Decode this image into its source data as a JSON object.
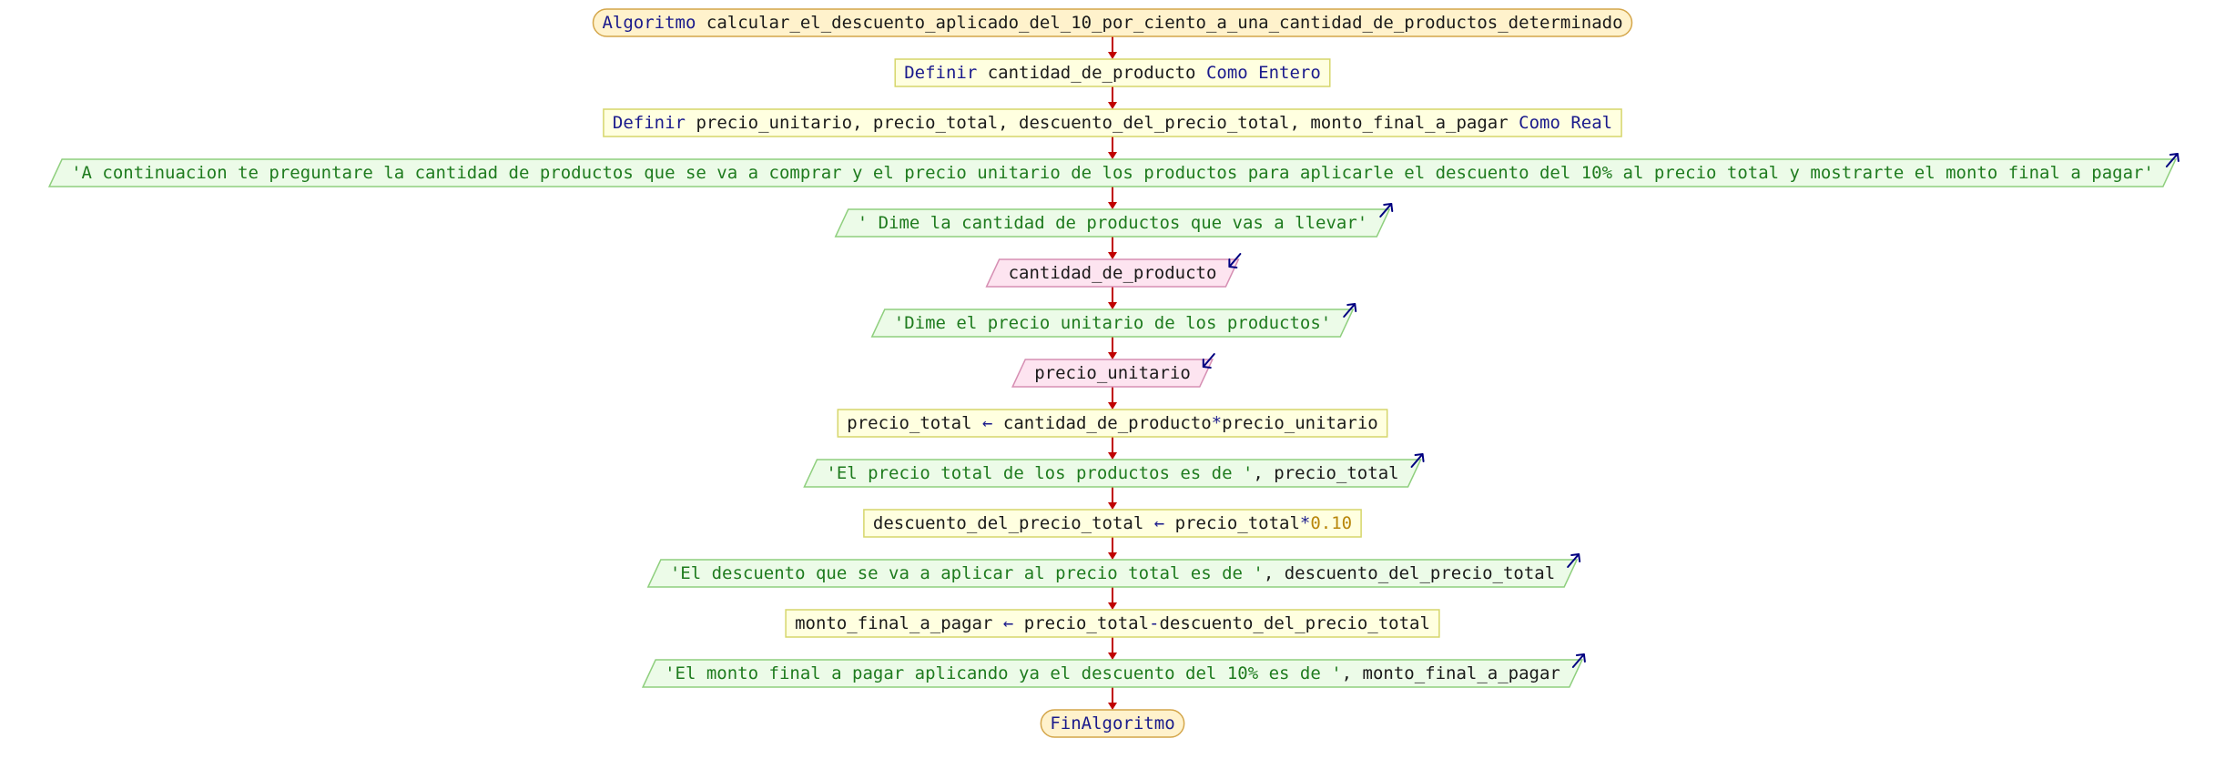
{
  "colors": {
    "keyword": "#1a1a8c",
    "identifier": "#1a1a1a",
    "string": "#1e7b1e",
    "number": "#b8860b",
    "terminal_fill": "#fff2cc",
    "terminal_stroke": "#d4a64a",
    "process_fill": "#ffffe0",
    "process_stroke": "#d6d66b",
    "output_fill": "#ecfbe8",
    "output_stroke": "#8fcf7e",
    "input_fill": "#fde4f0",
    "input_stroke": "#d68fb3",
    "arrow": "#c00000",
    "io_icon": "#000080"
  },
  "flowchart": {
    "nodes": [
      {
        "id": "start",
        "shape": "terminal",
        "segments": [
          {
            "t": "Algoritmo",
            "k": "keyword"
          },
          {
            "t": " calcular_el_descuento_aplicado_del_10_por_ciento_a_una_cantidad_de_productos_determinado",
            "k": "identifier"
          }
        ]
      },
      {
        "id": "def-int",
        "shape": "process",
        "segments": [
          {
            "t": "Definir",
            "k": "keyword"
          },
          {
            "t": " cantidad_de_producto ",
            "k": "identifier"
          },
          {
            "t": "Como Entero",
            "k": "keyword"
          }
        ]
      },
      {
        "id": "def-real",
        "shape": "process",
        "segments": [
          {
            "t": "Definir",
            "k": "keyword"
          },
          {
            "t": " precio_unitario, precio_total, descuento_del_precio_total, monto_final_a_pagar ",
            "k": "identifier"
          },
          {
            "t": "Como Real",
            "k": "keyword"
          }
        ]
      },
      {
        "id": "out-intro",
        "shape": "output",
        "segments": [
          {
            "t": "'A continuacion te preguntare la cantidad de productos que se va a comprar y el precio unitario de los productos para aplicarle el descuento del 10% al precio total y mostrarte el monto final a pagar'",
            "k": "string"
          }
        ]
      },
      {
        "id": "out-ask-qty",
        "shape": "output",
        "segments": [
          {
            "t": "' Dime la cantidad de productos que vas a llevar'",
            "k": "string"
          }
        ]
      },
      {
        "id": "in-qty",
        "shape": "input",
        "segments": [
          {
            "t": "cantidad_de_producto",
            "k": "identifier"
          }
        ]
      },
      {
        "id": "out-ask-price",
        "shape": "output",
        "segments": [
          {
            "t": "'Dime el precio unitario de los productos'",
            "k": "string"
          }
        ]
      },
      {
        "id": "in-price",
        "shape": "input",
        "segments": [
          {
            "t": "precio_unitario",
            "k": "identifier"
          }
        ]
      },
      {
        "id": "assign-total",
        "shape": "process",
        "segments": [
          {
            "t": "precio_total ",
            "k": "identifier"
          },
          {
            "t": "←",
            "k": "keyword"
          },
          {
            "t": " cantidad_de_producto",
            "k": "identifier"
          },
          {
            "t": "*",
            "k": "keyword"
          },
          {
            "t": "precio_unitario",
            "k": "identifier"
          }
        ]
      },
      {
        "id": "out-total",
        "shape": "output",
        "segments": [
          {
            "t": "'El precio total de los productos es de '",
            "k": "string"
          },
          {
            "t": ", precio_total",
            "k": "identifier"
          }
        ]
      },
      {
        "id": "assign-discount",
        "shape": "process",
        "segments": [
          {
            "t": "descuento_del_precio_total ",
            "k": "identifier"
          },
          {
            "t": "←",
            "k": "keyword"
          },
          {
            "t": " precio_total",
            "k": "identifier"
          },
          {
            "t": "*",
            "k": "keyword"
          },
          {
            "t": "0.10",
            "k": "number"
          }
        ]
      },
      {
        "id": "out-discount",
        "shape": "output",
        "segments": [
          {
            "t": "'El descuento que se va a aplicar al precio total es de '",
            "k": "string"
          },
          {
            "t": ", descuento_del_precio_total",
            "k": "identifier"
          }
        ]
      },
      {
        "id": "assign-final",
        "shape": "process",
        "segments": [
          {
            "t": "monto_final_a_pagar ",
            "k": "identifier"
          },
          {
            "t": "←",
            "k": "keyword"
          },
          {
            "t": " precio_total",
            "k": "identifier"
          },
          {
            "t": "-",
            "k": "keyword"
          },
          {
            "t": "descuento_del_precio_total",
            "k": "identifier"
          }
        ]
      },
      {
        "id": "out-final",
        "shape": "output",
        "segments": [
          {
            "t": "'El monto final a pagar aplicando ya el descuento del 10% es de '",
            "k": "string"
          },
          {
            "t": ", monto_final_a_pagar",
            "k": "identifier"
          }
        ]
      },
      {
        "id": "end",
        "shape": "terminal",
        "segments": [
          {
            "t": "FinAlgoritmo",
            "k": "keyword"
          }
        ]
      }
    ]
  }
}
